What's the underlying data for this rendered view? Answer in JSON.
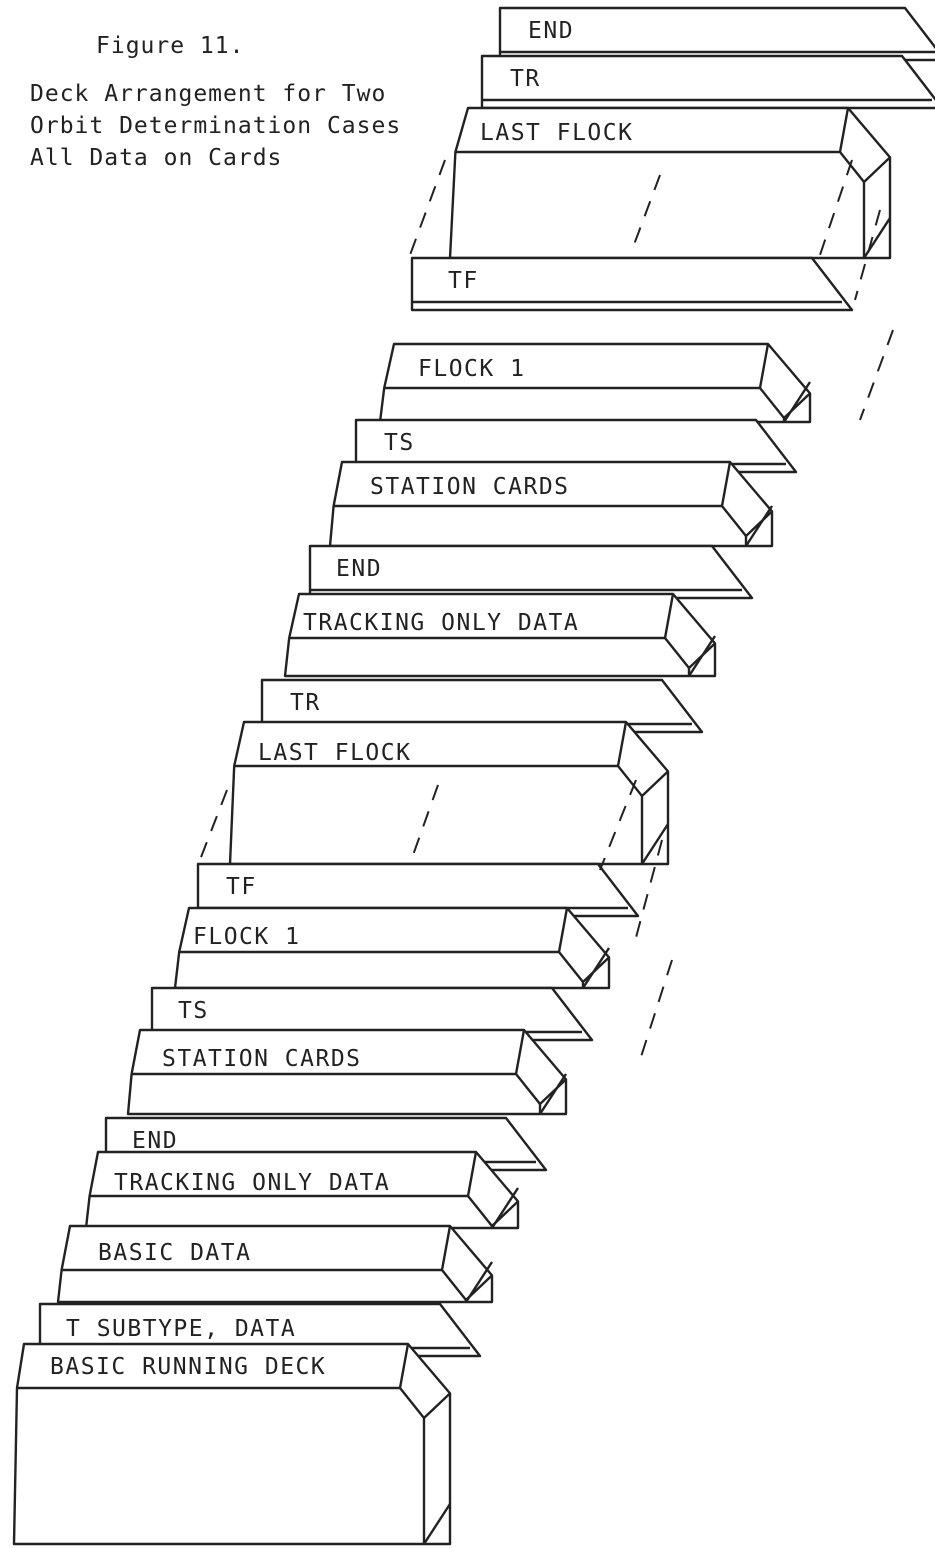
{
  "figure": {
    "number_label": "Figure 11.",
    "description": "Deck Arrangement for Two Orbit Determination Cases All Data on Cards"
  },
  "deck": {
    "gap_marks": [
      "/",
      "/"
    ],
    "cards": [
      {
        "label": "END",
        "kind": "thin"
      },
      {
        "label": "TR",
        "kind": "thin"
      },
      {
        "label": "LAST FLOCK",
        "kind": "block"
      },
      {
        "label": "TF",
        "kind": "thin"
      },
      {
        "label": "FLOCK 1",
        "kind": "block"
      },
      {
        "label": "TS",
        "kind": "thin"
      },
      {
        "label": "STATION CARDS",
        "kind": "block"
      },
      {
        "label": "END",
        "kind": "thin"
      },
      {
        "label": "TRACKING ONLY DATA",
        "kind": "block"
      },
      {
        "label": "TR",
        "kind": "thin"
      },
      {
        "label": "LAST FLOCK",
        "kind": "block"
      },
      {
        "label": "TF",
        "kind": "thin"
      },
      {
        "label": "FLOCK 1",
        "kind": "block"
      },
      {
        "label": "TS",
        "kind": "thin"
      },
      {
        "label": "STATION CARDS",
        "kind": "block"
      },
      {
        "label": "END",
        "kind": "thin"
      },
      {
        "label": "TRACKING ONLY DATA",
        "kind": "block"
      },
      {
        "label": "BASIC DATA",
        "kind": "block"
      },
      {
        "label": "T SUBTYPE, DATA",
        "kind": "thin"
      },
      {
        "label": "BASIC RUNNING DECK",
        "kind": "block"
      }
    ]
  }
}
